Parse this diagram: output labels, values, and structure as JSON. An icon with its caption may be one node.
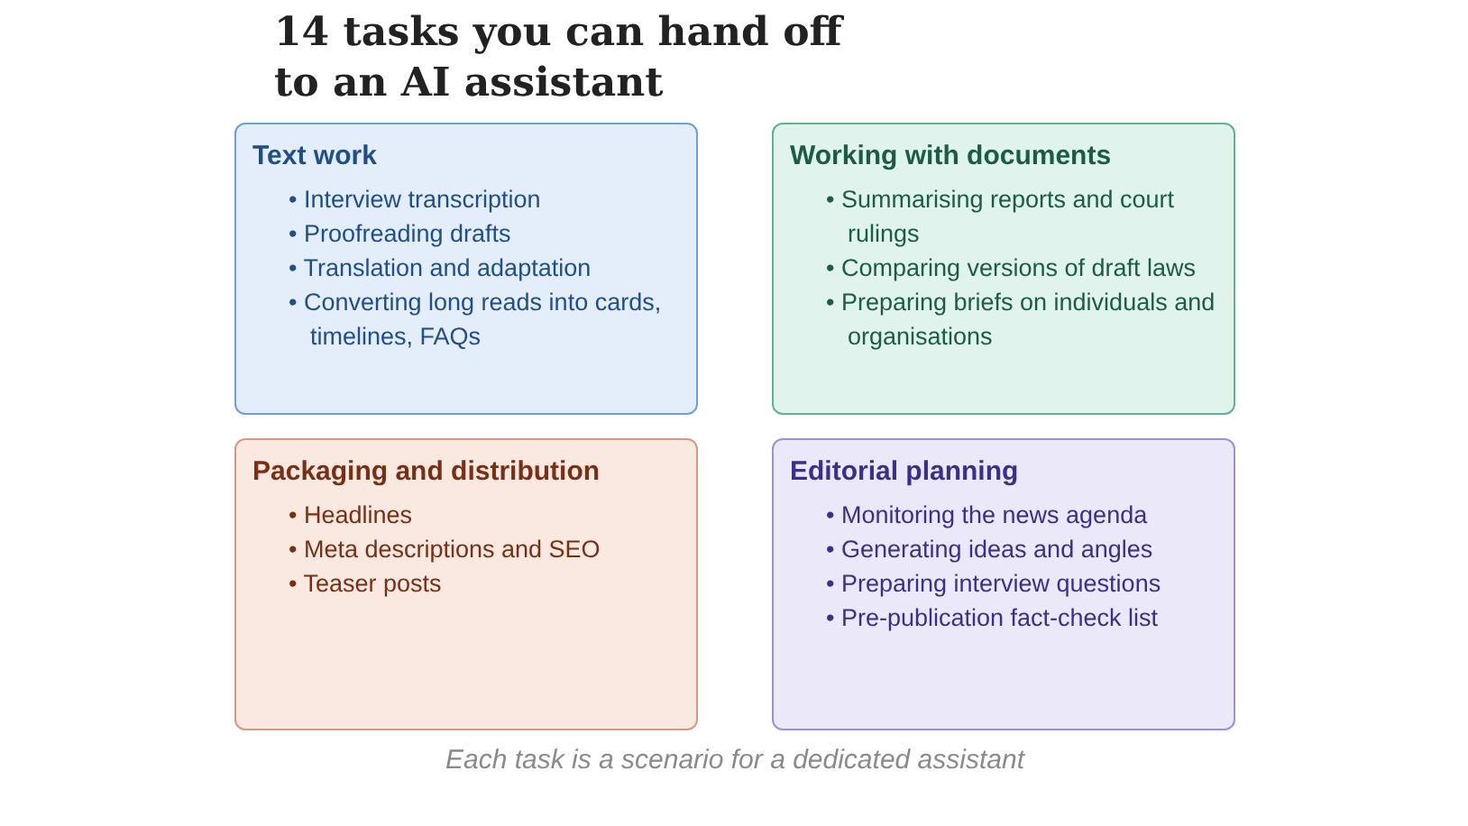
{
  "diagram": {
    "title": "14 tasks you can hand off to an AI assistant",
    "nodes": [
      {
        "text": [
          "Text work",
          "• Interview transcription",
          "• Proofreading drafts",
          "• Translation and adaptation",
          "• Converting long reads into cards, timelines, FAQs"
        ]
      },
      {
        "text": [
          "Working with documents",
          "• Summarising reports and court rulings",
          "• Comparing versions of draft laws",
          "• Preparing briefs on individuals and organisations"
        ]
      },
      {
        "text": [
          "Packaging and distribution",
          "• Headlines",
          "• Meta descriptions and SEO",
          "• Teaser posts"
        ]
      },
      {
        "text": [
          "Editorial planning",
          "• Monitoring the news agenda",
          "• Generating ideas and angles",
          "• Preparing interview questions",
          "• Pre-publication fact-check list"
        ]
      }
    ],
    "caption": "Each task is a scenario for a dedicated assistant"
  }
}
